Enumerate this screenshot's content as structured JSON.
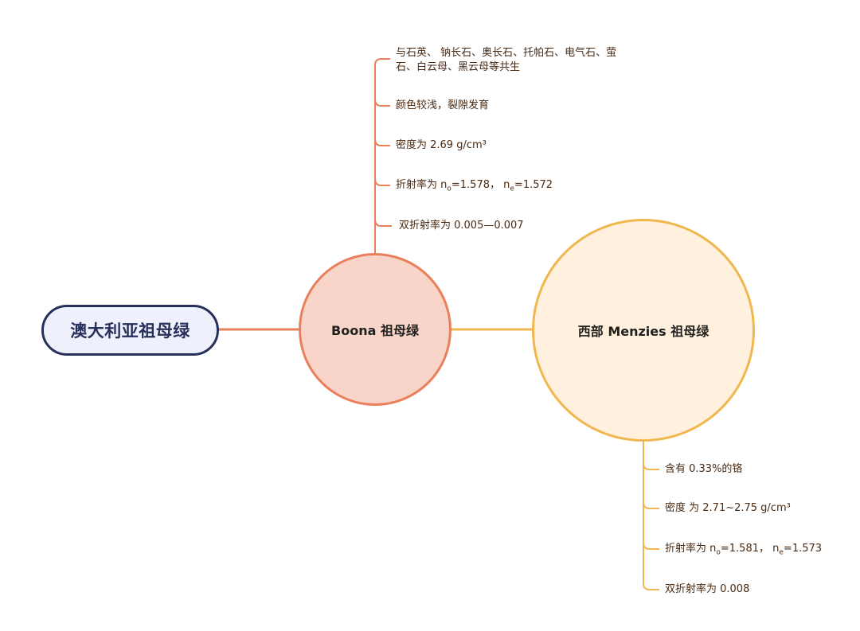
{
  "root": {
    "label": "澳大利亚祖母绿"
  },
  "branches": [
    {
      "label": "Boona 祖母绿",
      "details": [
        {
          "text": "与石英、 钠长石、奥长石、托帕石、电气石、萤石、白云母、黑云母等共生"
        },
        {
          "text": "颜色较浅，裂隙发育"
        },
        {
          "text": "密度为 2.69 g/cm³"
        },
        {
          "prefix": "折射率为 n",
          "sub1": "o",
          "mid": "=1.578， n",
          "sub2": "e",
          "suffix": "=1.572"
        },
        {
          "text": "双折射率为 0.005—0.007"
        }
      ]
    },
    {
      "label": "西部 Menzies 祖母绿",
      "details": [
        {
          "text": "含有 0.33%的铬"
        },
        {
          "text": "密度 为 2.71~2.75 g/cm³"
        },
        {
          "prefix": "折射率为 n",
          "sub1": "o",
          "mid": "=1.581， n",
          "sub2": "e",
          "suffix": "=1.573"
        },
        {
          "text": "双折射率为 0.008"
        }
      ]
    }
  ],
  "colors": {
    "root_border": "#26305a",
    "root_fill": "#eef1fb",
    "boona_border": "#e97f5b",
    "boona_fill": "#f8d5c8",
    "menzies_border": "#f0b74e",
    "menzies_fill": "#fff1de",
    "detail_text": "#4a2a12"
  }
}
